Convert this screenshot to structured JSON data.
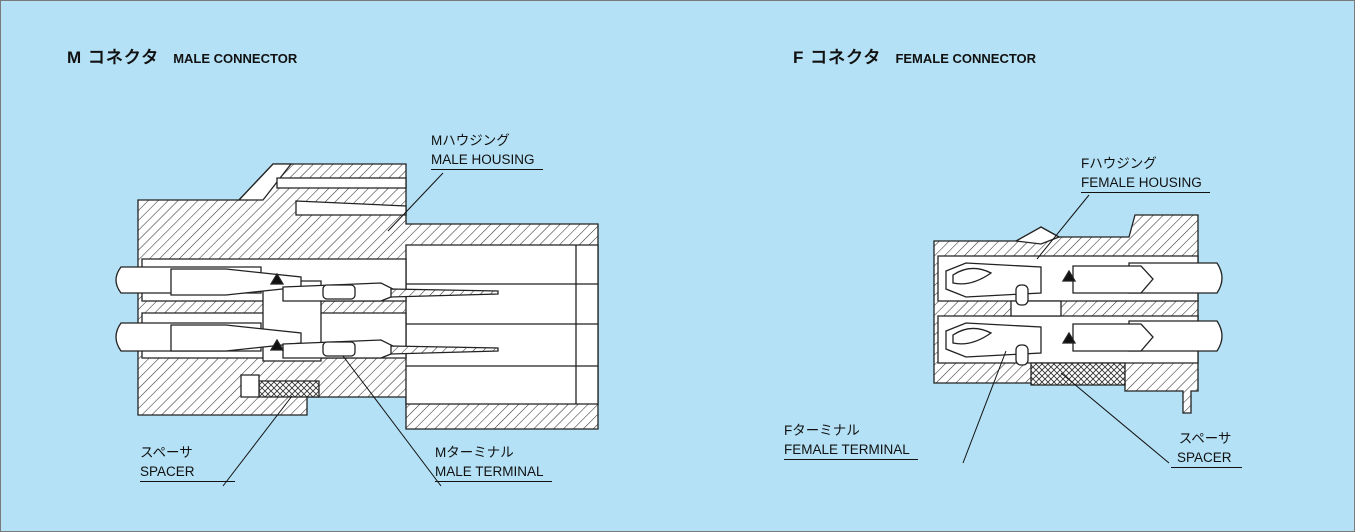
{
  "male": {
    "title_jp": "M コネクタ",
    "title_en": "MALE CONNECTOR",
    "housing_jp": "Mハウジング",
    "housing_en": "MALE HOUSING",
    "spacer_jp": "スペーサ",
    "spacer_en": "SPACER",
    "terminal_jp": "Mターミナル",
    "terminal_en": "MALE TERMINAL"
  },
  "female": {
    "title_jp": "F コネクタ",
    "title_en": "FEMALE CONNECTOR",
    "housing_jp": "Fハウジング",
    "housing_en": "FEMALE HOUSING",
    "terminal_jp": "Fターミナル",
    "terminal_en": "FEMALE TERMINAL",
    "spacer_jp": "スペーサ",
    "spacer_en": "SPACER"
  },
  "colors": {
    "background": "#b4e1f5",
    "body": "#ffffff",
    "outline": "#222222",
    "hatch": "#333333"
  }
}
